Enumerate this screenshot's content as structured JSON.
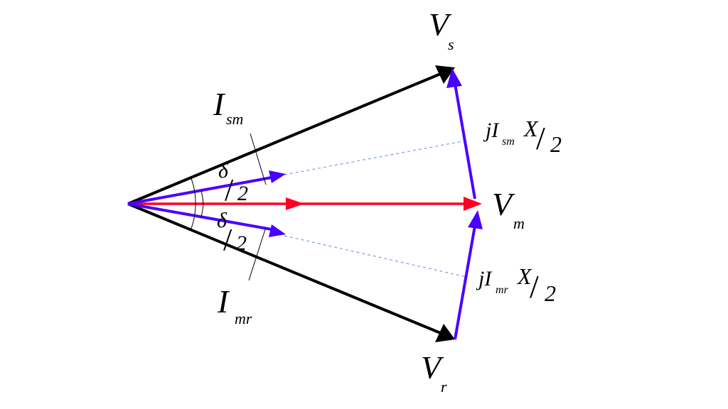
{
  "diagram": {
    "vs": {
      "main": "V",
      "sub": "s"
    },
    "vr": {
      "main": "V",
      "sub": "r"
    },
    "vm": {
      "main": "V",
      "sub": "m"
    },
    "ism": {
      "main": "I",
      "sub": "sm"
    },
    "imr": {
      "main": "I",
      "sub": "mr"
    },
    "upper_drop": {
      "j": "jI",
      "sub": "sm",
      "x": "X",
      "slash": "/",
      "two": "2"
    },
    "lower_drop": {
      "j": "jI",
      "sub": "mr",
      "x": "X",
      "slash": "/",
      "two": "2"
    },
    "upper_angle": {
      "delta": "δ",
      "slash": "/",
      "two": "2"
    },
    "lower_angle": {
      "delta": "δ",
      "slash": "/",
      "two": "2"
    }
  },
  "colors": {
    "voltage_side": "#000000",
    "current": "#4a00ff",
    "midpoint": "#ff0022",
    "dashed": "#7aa0d8"
  }
}
